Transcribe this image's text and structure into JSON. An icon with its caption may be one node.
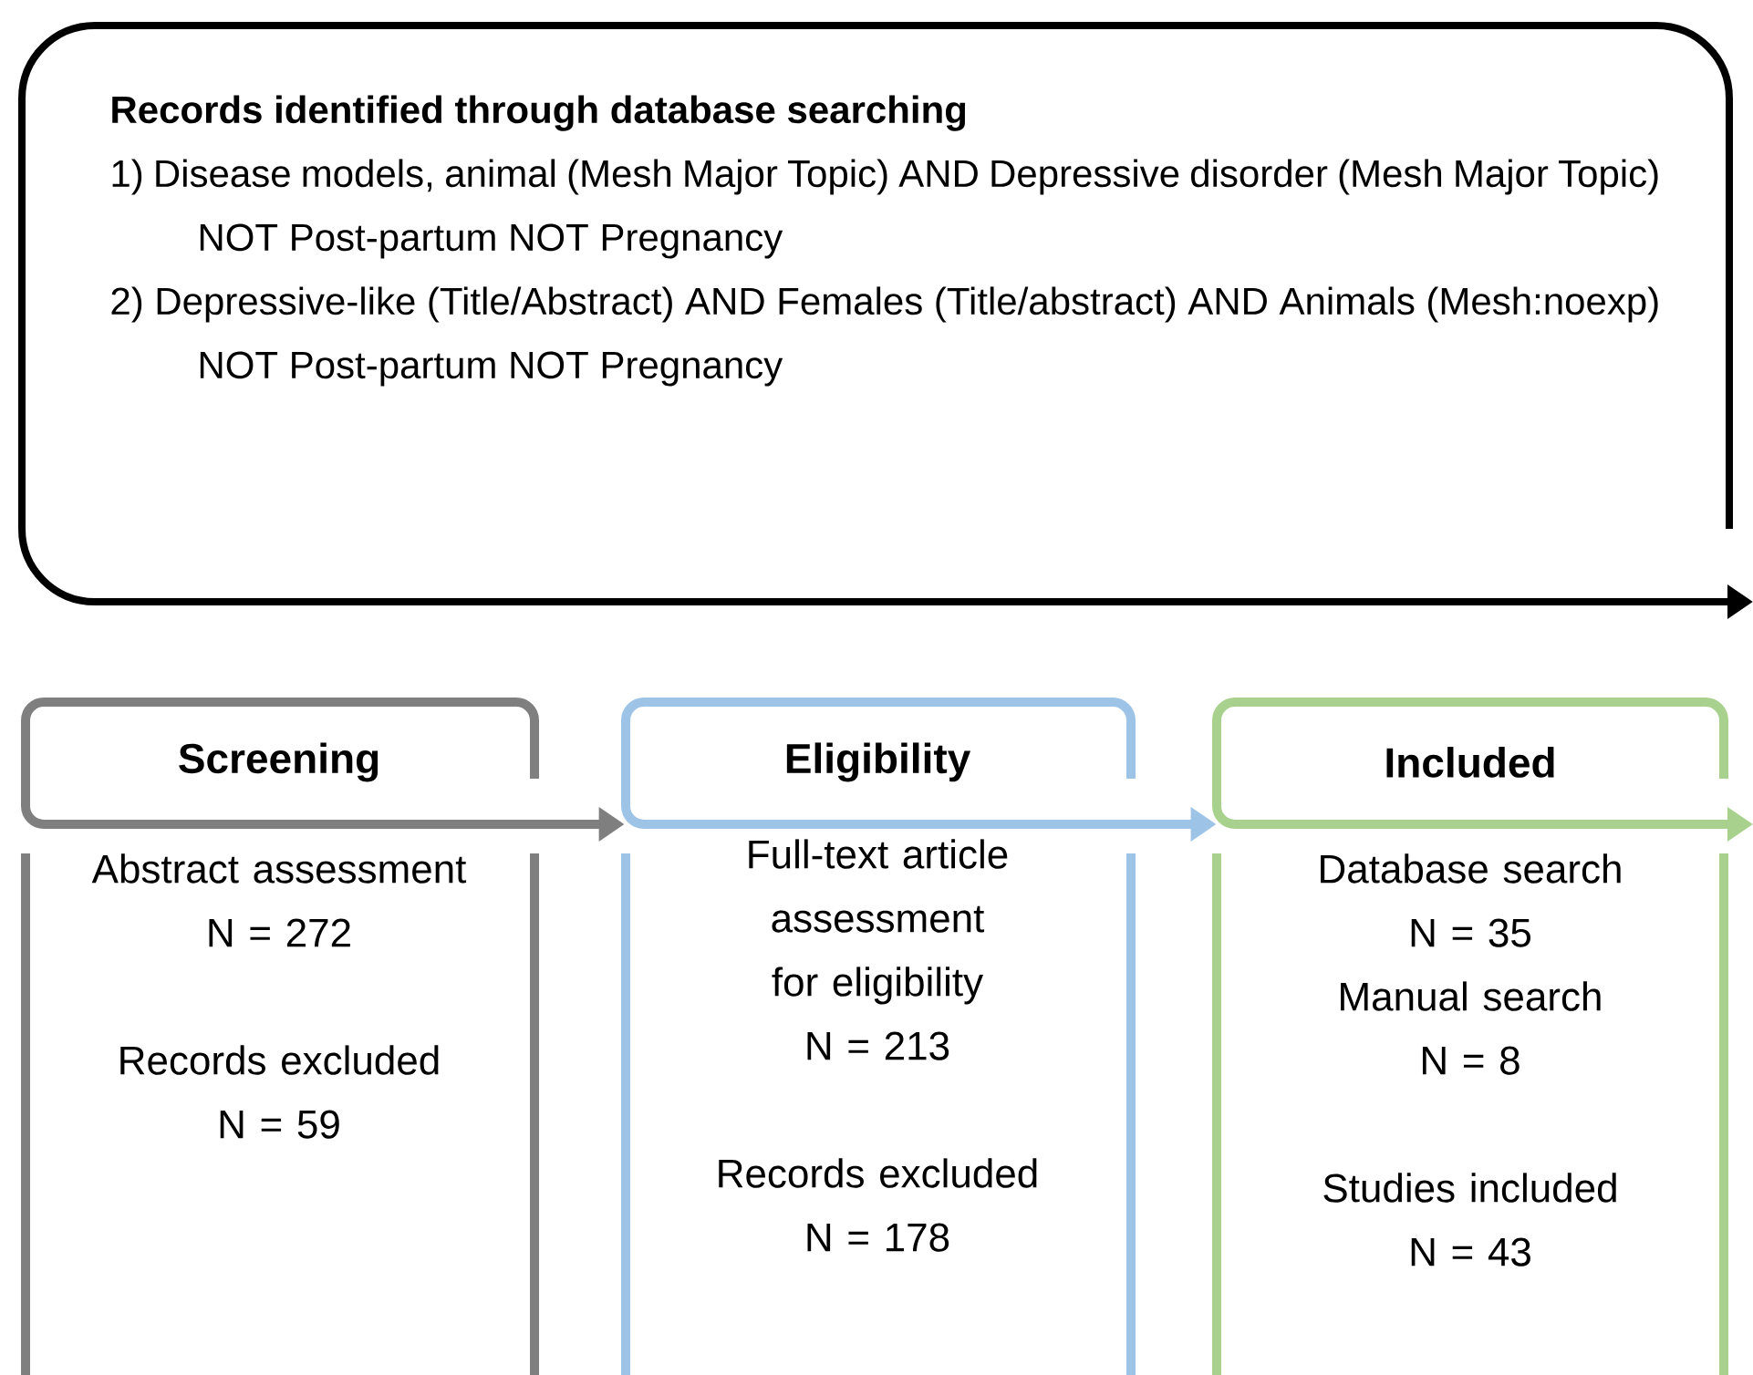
{
  "diagram": {
    "nodes": [
      {
        "text": [
          "Records identified through database searching",
          "1) Disease models, animal (Mesh Major Topic) AND Depressive disorder (Mesh Major Topic) NOT Post-partum NOT Pregnancy",
          "2) Depressive-like (Title/Abstract) AND Females (Title/abstract) AND Animals (Mesh:noexp) NOT Post-partum NOT Pregnancy"
        ]
      },
      {
        "text": [
          "Screening"
        ]
      },
      {
        "text": [
          "Abstract assessment",
          "N = 272",
          "Records excluded",
          "N = 59"
        ]
      },
      {
        "text": [
          "Eligibility"
        ]
      },
      {
        "text": [
          "Full-text article assessment for eligibility",
          "N = 213",
          "Records excluded",
          "N = 178"
        ]
      },
      {
        "text": [
          "Included"
        ]
      },
      {
        "text": [
          "Database search",
          "N = 35",
          "Manual search",
          "N = 8",
          "Studies included",
          "N = 43"
        ]
      }
    ],
    "edges": [
      {
        "from": 0,
        "to": null,
        "arrow": "to"
      },
      {
        "from": 1,
        "to": 3,
        "arrow": "to",
        "color": "#7f7f7f"
      },
      {
        "from": 3,
        "to": 5,
        "arrow": "to",
        "color": "#9dc3e6"
      },
      {
        "from": 5,
        "to": null,
        "arrow": "to",
        "color": "#a9d18e"
      }
    ]
  }
}
